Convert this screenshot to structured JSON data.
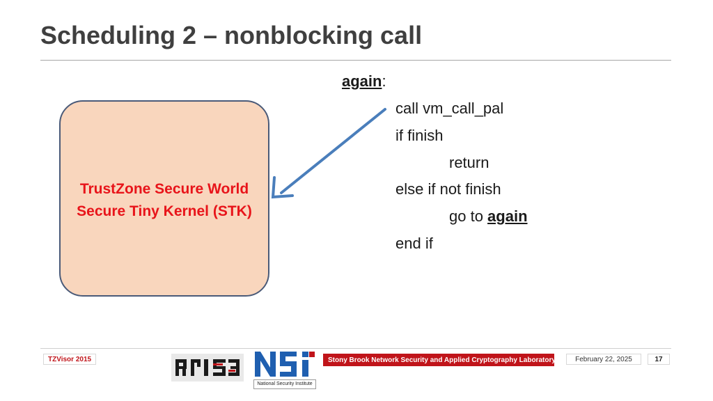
{
  "slide": {
    "title": "Scheduling 2 – nonblocking call"
  },
  "box": {
    "line1": "TrustZone Secure World",
    "line2": "Secure Tiny Kernel (STK)"
  },
  "code": {
    "label": "again",
    "label_suffix": ":",
    "line1": "call vm_call_pal",
    "line2": "if finish",
    "line3": "return",
    "line4": "else if not finish",
    "line5_prefix": "go to ",
    "line5_keyword": "again",
    "line6": "end if"
  },
  "footer": {
    "left_tag": "TZVisor 2015",
    "nsi_caption": "National Security Institute",
    "lab": "Stony Brook Network Security and Applied Cryptography Laboratory",
    "date": "February 22, 2025",
    "page": "17"
  },
  "colors": {
    "box_fill": "#f9d6bd",
    "box_text": "#e8141a",
    "arrow": "#4a7ebb",
    "accent_red": "#c0141a",
    "nsi_blue": "#1f5fb0"
  }
}
